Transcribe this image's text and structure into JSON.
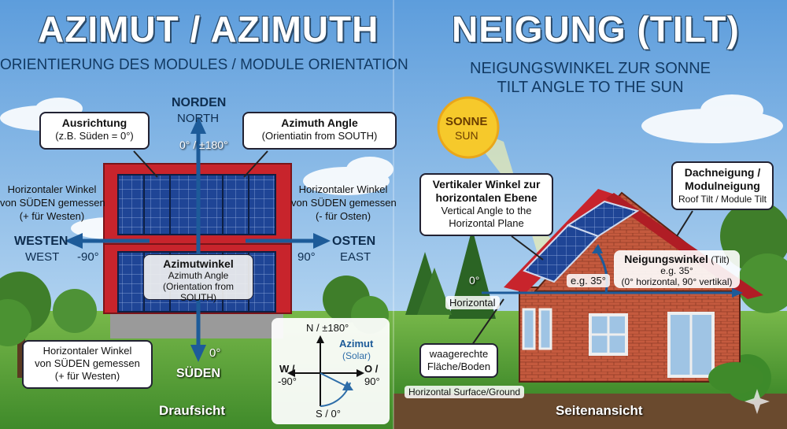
{
  "left": {
    "title": "AZIMUT / AZIMUTH",
    "subtitle": "ORIENTIERUNG DES MODULES / MODULE ORIENTATION",
    "north_de": "NORDEN",
    "north_en": "NORTH",
    "north_angle": "0° / ±180°",
    "south_de": "SÜDEN",
    "south_angle": "0°",
    "west_de": "WESTEN",
    "west_en": "WEST",
    "west_angle": "-90°",
    "east_de": "OSTEN",
    "east_en": "EAST",
    "east_angle": "90°",
    "callout_ausrichtung": {
      "title": "Ausrichtung",
      "text": "(z.B. Süden = 0°)"
    },
    "callout_azimuth_angle": {
      "title": "Azimuth Angle",
      "text": "(Orientiatin from SOUTH)"
    },
    "callout_azimutwinkel": {
      "title": "Azimutwinkel",
      "line1": "Azimuth Angle",
      "line2": "(Orientation from SOUTH)"
    },
    "west_note": {
      "line1": "Horizontaler Winkel",
      "line2": "von SÜDEN gemessen",
      "line3": "(+ für Westen)"
    },
    "east_note": {
      "line1": "Horizontaler Winkel",
      "line2": "von SÜDEN gemessen",
      "line3": "(- für Osten)"
    },
    "bottom_note": {
      "line1": "Horizontaler Winkel",
      "line2": "von SÜDEN gemessen",
      "line3": "(+ für Westen)"
    },
    "footer": "Draufsicht"
  },
  "compass": {
    "n": "N / ±180°",
    "s": "S / 0°",
    "w": "W /",
    "w_deg": "-90°",
    "o": "O /",
    "o_deg": "90°",
    "azimut": "Azimut",
    "solar": "(Solar)"
  },
  "right": {
    "title": "NEIGUNG (TILT)",
    "subtitle1": "NEIGUNGSWINKEL ZUR SONNE",
    "subtitle2": "TILT ANGLE TO THE SUN",
    "sun_de": "SONNE",
    "sun_en": "SUN",
    "callout_vertical": {
      "title1": "Vertikaler Winkel zur",
      "title2": "horizontalen Ebene",
      "line1": "Vertical Angle to the",
      "line2": "Horizontal Plane"
    },
    "callout_roof": {
      "title1": "Dachneigung /",
      "title2": "Modulneigung",
      "line1": "Roof Tilt / Module Tilt"
    },
    "tilt_label_bold": "Neigungswinkel",
    "tilt_label_rest": "(Tilt)",
    "tilt_eg": "e.g. 35°",
    "tilt_range": "(0° horizontal, 90° vertikal)",
    "angle_tag": "e.g. 35°",
    "zero": "0°",
    "horizontal": "Horizontal",
    "surface_de1": "waagerechte",
    "surface_de2": "Fläche/Boden",
    "surface_en": "Horizontal Surface/Ground",
    "footer": "Seitenansicht"
  },
  "colors": {
    "arrow": "#1d5b99",
    "roof": "#c8242c",
    "panel": "#1c3f8a",
    "brick": "#c0573c",
    "grass": "#5da03a",
    "sky": "#7fb6e6",
    "sun": "#f6c92b"
  }
}
